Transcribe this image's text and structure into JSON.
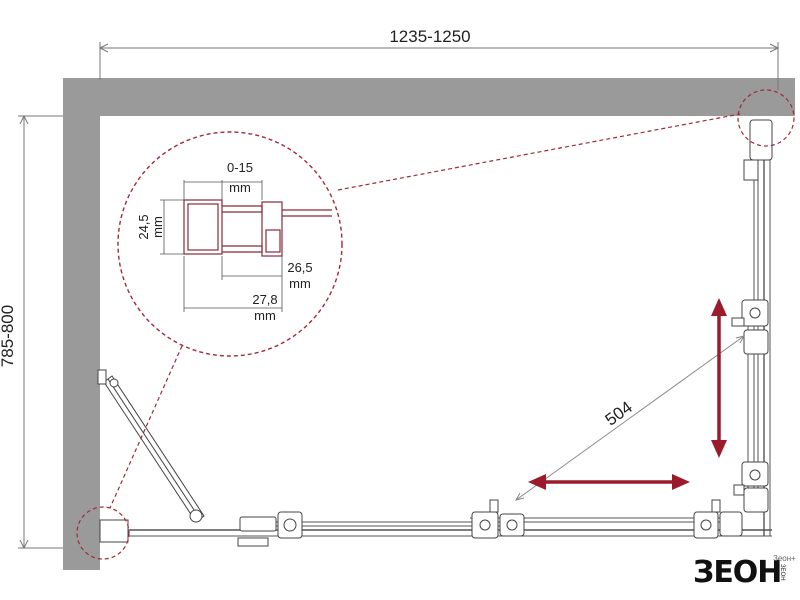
{
  "dimensions": {
    "overall_width": "1235-1250",
    "overall_depth": "785-800",
    "diagonal": "504"
  },
  "detail": {
    "adjust_range": "0-15",
    "adjust_unit": "mm",
    "profile_height": "24,5",
    "profile_height_unit": "mm",
    "profile_depth": "26,5",
    "profile_depth_unit": "mm",
    "overall_profile": "27,8",
    "overall_profile_unit": "mm"
  },
  "brand": {
    "logo_text": "ЗЕОН",
    "tagline": "Зеон+",
    "vertical_text": "ЗЕОН"
  },
  "colors": {
    "wall": "#9a9a9a",
    "callout": "#a3283a",
    "arrow": "#9b1b2c",
    "line": "#444444"
  }
}
